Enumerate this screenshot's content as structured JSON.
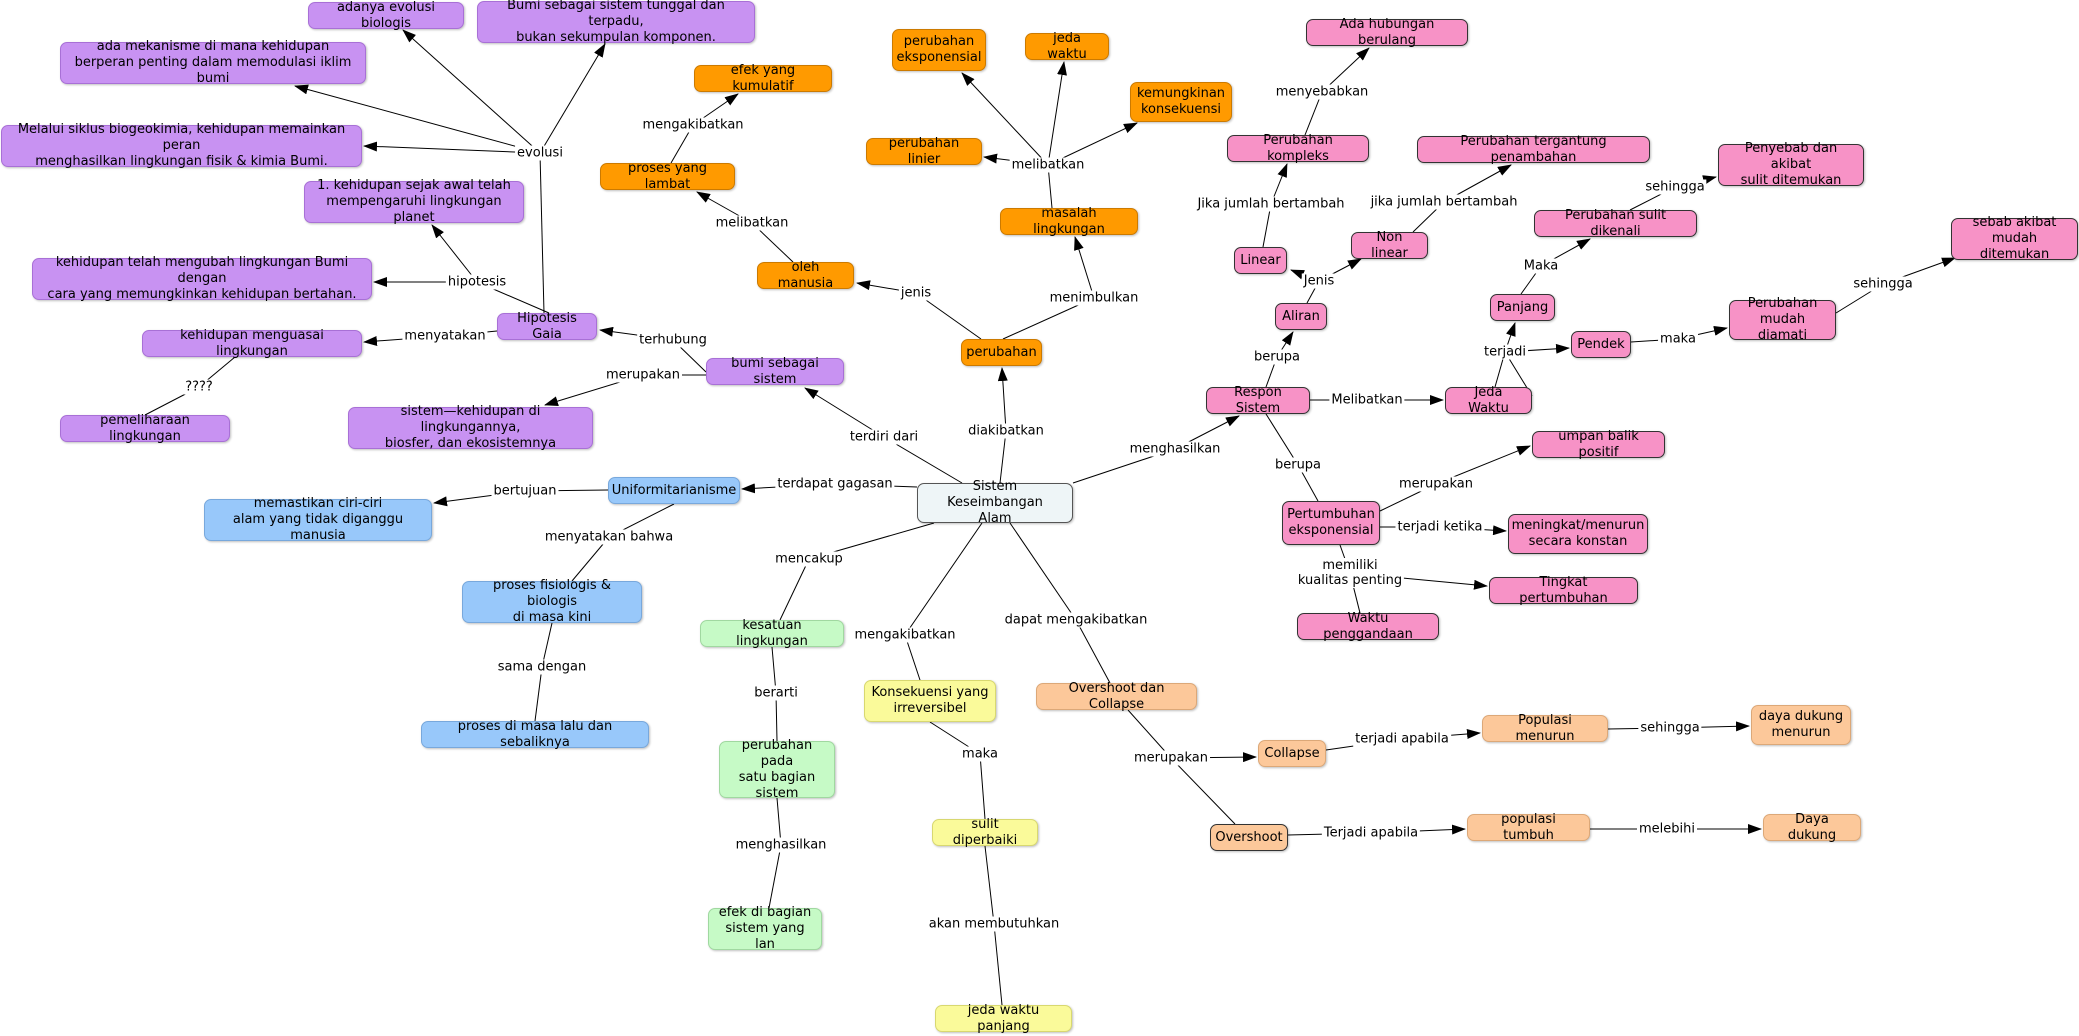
{
  "nodes": {
    "center": "Sistem Keseimbangan\nAlam",
    "bumi_sistem": "bumi sebagai sistem",
    "hipotesis_gaia": "Hipotesis Gaia",
    "adanya_evolusi": "adanya evolusi biologis",
    "bumi_tunggal": "Bumi sebagai sistem tunggal dan terpadu,\nbukan sekumpulan komponen.",
    "mekanisme": "ada mekanisme di mana kehidupan\nberperan penting dalam memodulasi iklim bumi",
    "siklus": "Melalui siklus biogeokimia, kehidupan memainkan peran\nmenghasilkan lingkungan fisik & kimia Bumi.",
    "kehidupan_awal": "1. kehidupan sejak awal telah\nmempengaruhi lingkungan planet",
    "kehidupan_ubah": "kehidupan telah mengubah lingkungan Bumi dengan\ncara yang memungkinkan kehidupan bertahan.",
    "kehidupan_kuasai": "kehidupan menguasai lingkungan",
    "pemeliharaan": "pemeliharaan lingkungan",
    "sistem_kehidupan": "sistem—kehidupan di lingkungannya,\nbiosfer, dan ekosistemnya",
    "uniformitarianisme": "Uniformitarianisme",
    "memastikan": "memastikan ciri-ciri\nalam yang tidak diganggu manusia",
    "proses_fisiologis": "proses fisiologis & biologis\ndi masa kini",
    "proses_lalu": "proses di masa lalu dan sebaliknya",
    "kesatuan": "kesatuan lingkungan",
    "perubahan_satu": "perubahan pada\nsatu bagian\nsistem",
    "efek_bagian": "efek di bagian\nsistem yang lan",
    "konsekuensi": "Konsekuensi yang\nirreversibel",
    "sulit_diperbaiki": "sulit diperbaiki",
    "jeda_panjang": "jeda waktu panjang",
    "overshoot_collapse": "Overshoot dan Collapse",
    "collapse": "Collapse",
    "populasi_menurun": "Populasi menurun",
    "daya_dukung_menurun": "daya dukung\nmenurun",
    "overshoot": "Overshoot",
    "populasi_tumbuh": "populasi tumbuh",
    "daya_dukung": "Daya dukung",
    "perubahan": "perubahan",
    "oleh_manusia": "oleh manusia",
    "proses_lambat": "proses yang lambat",
    "efek_kumulatif": "efek yang kumulatif",
    "masalah_lingkungan": "masalah lingkungan",
    "perubahan_eksponensial": "perubahan\neksponensial",
    "jeda_waktu_top": "jeda waktu",
    "kemungkinan": "kemungkinan\nkonsekuensi",
    "perubahan_linier": "perubahan linier",
    "respon_sistem": "Respon Sistem",
    "aliran": "Aliran",
    "linear": "Linear",
    "non_linear": "Non linear",
    "perubahan_kompleks": "Perubahan kompleks",
    "ada_hubungan": "Ada hubungan berulang",
    "perubahan_tergantung": "Perubahan tergantung penambahan",
    "jeda_waktu": "Jeda Waktu",
    "panjang": "Panjang",
    "pendek": "Pendek",
    "perubahan_sulit": "Perubahan sulit dikenali",
    "penyebab_sulit": "Penyebab dan akibat\nsulit ditemukan",
    "perubahan_mudah": "Perubahan\nmudah diamati",
    "sebab_mudah": "sebab akibat\nmudah ditemukan",
    "pertumbuhan_eksponensial": "Pertumbuhan\neksponensial",
    "umpan_balik": "umpan balik positif",
    "meningkat": "meningkat/menurun\nsecara konstan",
    "tingkat_pertumbuhan": "Tingkat pertumbuhan",
    "waktu_penggandaan": "Waktu penggandaan"
  },
  "labels": {
    "terdiri_dari": "terdiri dari",
    "terhubung": "terhubung",
    "merupakan_bumi": "merupakan",
    "evolusi": "evolusi",
    "hipotesis": "hipotesis",
    "menyatakan": "menyatakan",
    "tanya": "????",
    "terdapat_gagasan": "terdapat gagasan",
    "bertujuan": "bertujuan",
    "menyatakan_bahwa": "menyatakan bahwa",
    "sama_dengan": "sama dengan",
    "mencakup": "mencakup",
    "berarti": "berarti",
    "menghasilkan_efek": "menghasilkan",
    "mengakibatkan_kons": "mengakibatkan",
    "maka_sulit": "maka",
    "akan_membutuhkan": "akan membutuhkan",
    "dapat_mengakibatkan": "dapat mengakibatkan",
    "merupakan_oc": "merupakan",
    "terjadi_apabila_collapse": "terjadi apabila",
    "sehingga_dd": "sehingga",
    "terjadi_apabila_overshoot": "Terjadi apabila",
    "melebihi": "melebihi",
    "diakibatkan": "diakibatkan",
    "jenis_perubahan": "jenis",
    "melibatkan_lambat": "melibatkan",
    "mengakibatkan_lambat": "mengakibatkan",
    "menimbulkan": "menimbulkan",
    "melibatkan_masalah": "melibatkan",
    "menghasilkan_respon": "menghasilkan",
    "berupa_aliran": "berupa",
    "jenis_aliran": "Jenis",
    "jika_bertambah_linear": "Jika jumlah bertambah",
    "menyebabkan": "menyebabkan",
    "jika_bertambah_nonlinear": "jika jumlah bertambah",
    "melibatkan_jeda": "Melibatkan",
    "terjadi_jeda": "terjadi",
    "maka_panjang": "Maka",
    "sehingga_sulit": "sehingga",
    "maka_pendek": "maka",
    "sehingga_mudah": "sehingga",
    "berupa_pertumbuhan": "berupa",
    "merupakan_umpan": "merupakan",
    "terjadi_ketika": "terjadi ketika",
    "memiliki_kualitas": "memiliki\nkualitas penting"
  }
}
